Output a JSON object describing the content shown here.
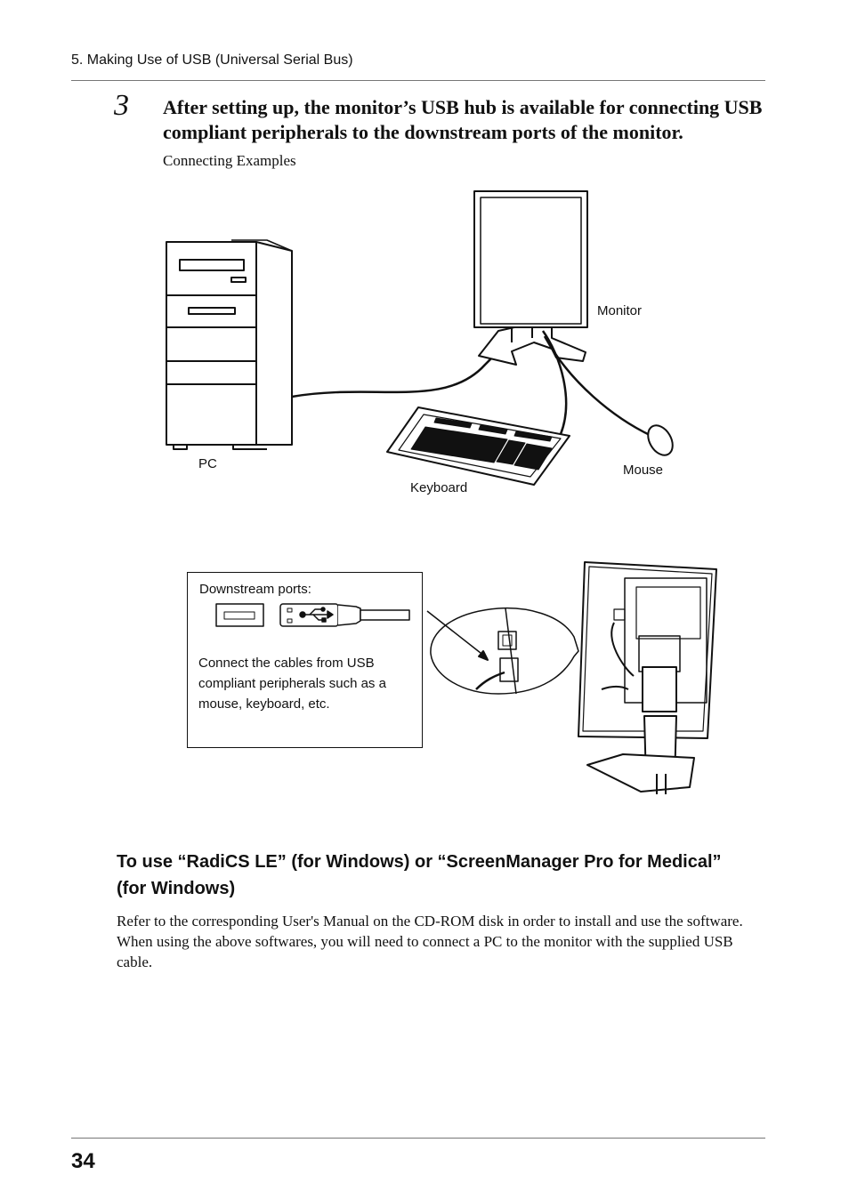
{
  "header": {
    "running_head": "5. Making Use of USB (Universal Serial Bus)"
  },
  "step": {
    "number": "3",
    "text": "After setting up, the monitor’s USB hub is available for connecting USB compliant peripherals to the downstream ports of the monitor.",
    "examples_label": "Connecting Examples"
  },
  "figure1": {
    "pc_label": "PC",
    "monitor_label": "Monitor",
    "keyboard_label": "Keyboard",
    "mouse_label": "Mouse"
  },
  "figure2": {
    "ports_label": "Downstream ports:",
    "note": "Connect the cables from USB compliant peripherals such as a mouse, keyboard, etc."
  },
  "section": {
    "title": "To use “RadiCS LE” (for Windows) or “ScreenManager Pro for Medical” (for Windows)",
    "body": "Refer to the corresponding User's Manual on the CD-ROM disk in order to install and use the software. When using the above softwares, you will need to connect a PC to the monitor with the supplied USB cable."
  },
  "footer": {
    "page_number": "34"
  },
  "icons": [
    "usb-port-icon",
    "usb-plug-icon",
    "usb-symbol-icon"
  ]
}
